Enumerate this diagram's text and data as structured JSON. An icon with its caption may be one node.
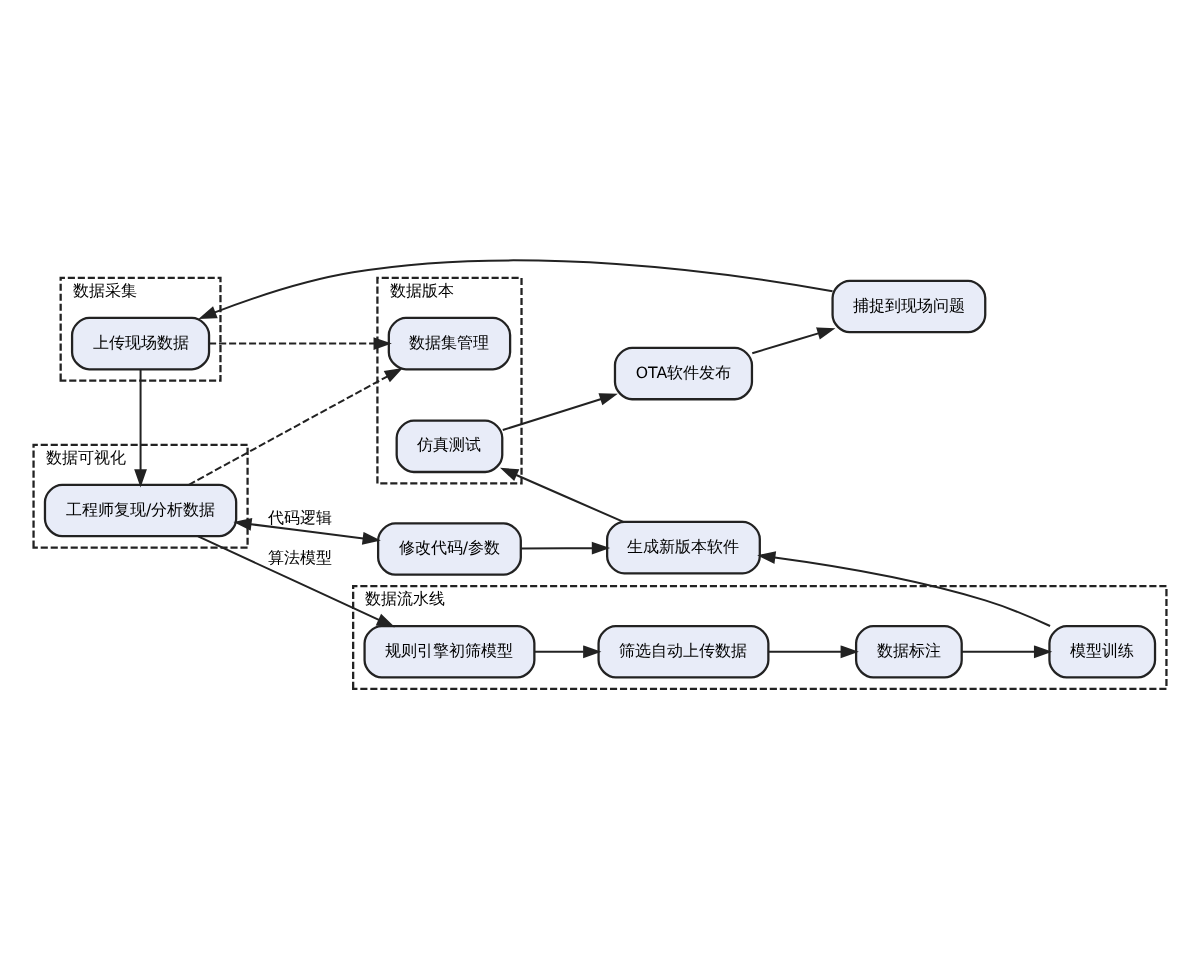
{
  "diagram": {
    "nodes": [
      {
        "text": [
          "捕捉到现场问题"
        ]
      },
      {
        "text": [
          "数据采集"
        ]
      },
      {
        "text": [
          "上传现场数据"
        ],
        "in": 1
      },
      {
        "text": [
          "数据可视化"
        ]
      },
      {
        "text": [
          "工程师复现/分析数据"
        ],
        "in": 3
      },
      {
        "text": [
          "数据流水线"
        ]
      },
      {
        "text": [
          "规则引擎初筛模型"
        ],
        "in": 5
      },
      {
        "text": [
          "筛选自动上传数据"
        ],
        "in": 5
      },
      {
        "text": [
          "数据标注"
        ],
        "in": 5
      },
      {
        "text": [
          "模型训练"
        ],
        "in": 5
      },
      {
        "text": [
          "数据版本"
        ]
      },
      {
        "text": [
          "数据集管理"
        ],
        "in": 10
      },
      {
        "text": [
          "仿真测试"
        ],
        "in": 10
      },
      {
        "text": [
          "修改代码/参数"
        ]
      },
      {
        "text": [
          "生成新版本软件"
        ]
      },
      {
        "text": [
          "OTA软件发布"
        ]
      }
    ],
    "edges": [
      {
        "from": 0,
        "to": 2,
        "arrow": "to"
      },
      {
        "from": 2,
        "to": 4,
        "arrow": "to"
      },
      {
        "from": 4,
        "to": 6,
        "arrow": "to",
        "label": "算法模型"
      },
      {
        "from": 6,
        "to": 7,
        "arrow": "to"
      },
      {
        "from": 7,
        "to": 8,
        "arrow": "to"
      },
      {
        "from": 8,
        "to": 9,
        "arrow": "to"
      },
      {
        "from": 4,
        "to": 13,
        "arrow": "both",
        "label": "代码逻辑"
      },
      {
        "from": 2,
        "to": 11,
        "arrow": "to",
        "style": "dashed"
      },
      {
        "from": 4,
        "to": 11,
        "arrow": "to",
        "style": "dashed"
      },
      {
        "from": 13,
        "to": 14,
        "arrow": "to"
      },
      {
        "from": 9,
        "to": 14,
        "arrow": "to"
      },
      {
        "from": 14,
        "to": 12,
        "arrow": "to"
      },
      {
        "from": 12,
        "to": 15,
        "arrow": "to"
      },
      {
        "from": 15,
        "to": 0,
        "arrow": "to"
      }
    ]
  }
}
